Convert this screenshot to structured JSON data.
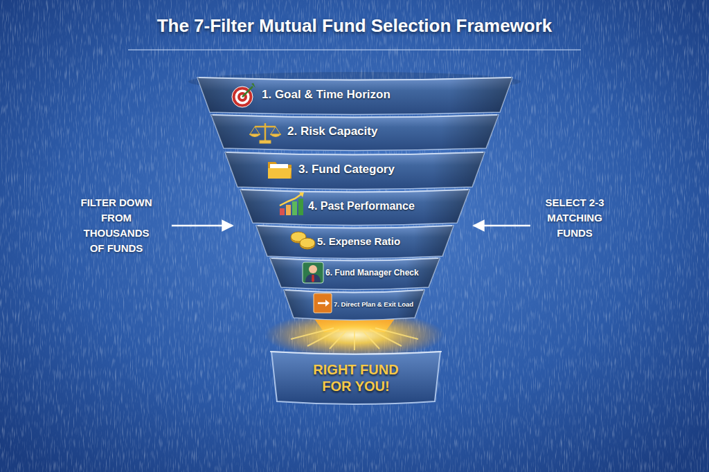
{
  "diagram": {
    "title": "The 7-Filter Mutual Fund Selection Framework",
    "nodes": [
      {
        "text": [
          "1. Goal & Time Horizon"
        ]
      },
      {
        "text": [
          "2. Risk Capacity"
        ]
      },
      {
        "text": [
          "3. Fund Category"
        ]
      },
      {
        "text": [
          "4. Past Performance"
        ]
      },
      {
        "text": [
          "5. Expense Ratio"
        ]
      },
      {
        "text": [
          "6. Fund Manager Check"
        ]
      },
      {
        "text": [
          "7. Direct Plan & Exit Load"
        ]
      },
      {
        "text": [
          "RIGHT FUND FOR YOU!"
        ]
      }
    ],
    "labels": [
      "FILTER DOWN FROM THOUSANDS OF FUNDS",
      "SELECT 2-3 MATCHING FUNDS"
    ]
  }
}
